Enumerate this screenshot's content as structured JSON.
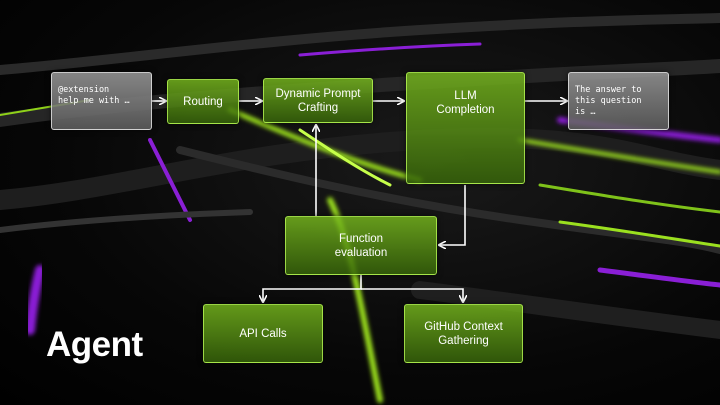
{
  "slide": {
    "title": "Agent",
    "nodes": {
      "prompt_input": "@extension\nhelp me with …",
      "routing": "Routing",
      "dynamic_prompt": "Dynamic Prompt\nCrafting",
      "llm_completion": "LLM\nCompletion",
      "answer_output": "The answer to\nthis question\nis …",
      "function_evaluation": "Function\nevaluation",
      "api_calls": "API Calls",
      "github_context": "GitHub Context\nGathering"
    },
    "colors": {
      "box_fill": "#6fae1f",
      "box_border": "#bfff5a",
      "gray_fill": "#8a8a8a",
      "arrow": "#ffffff",
      "accent_green": "#9be01f",
      "accent_purple": "#8a1fd6"
    }
  }
}
